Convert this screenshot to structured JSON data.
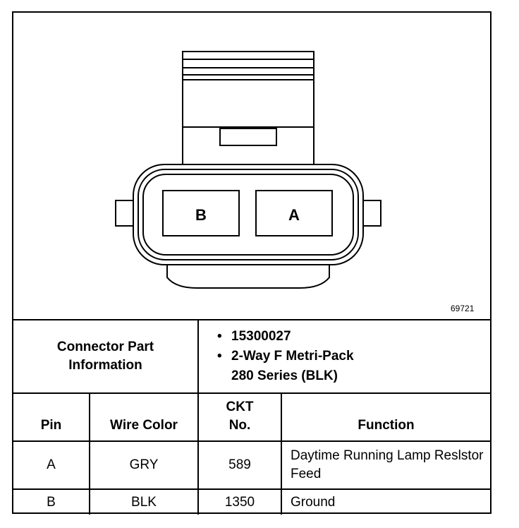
{
  "figure_id": "69721",
  "connector": {
    "pin_b_label": "B",
    "pin_a_label": "A"
  },
  "part_info": {
    "label": "Connector Part Information",
    "part_number": "15300027",
    "description_line1": "2-Way F Metri-Pack",
    "description_line2": "280 Series (BLK)"
  },
  "columns": {
    "pin": "Pin",
    "wire_color": "Wire Color",
    "ckt_line1": "CKT",
    "ckt_line2": "No.",
    "function": "Function"
  },
  "rows": [
    {
      "pin": "A",
      "wire_color": "GRY",
      "ckt": "589",
      "function": "Daytime Running Lamp Reslstor Feed"
    },
    {
      "pin": "B",
      "wire_color": "BLK",
      "ckt": "1350",
      "function": "Ground"
    }
  ]
}
